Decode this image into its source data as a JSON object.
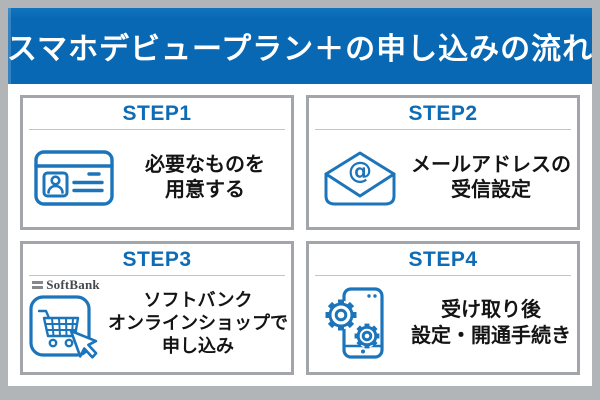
{
  "header": {
    "title": "スマホデビュープラン＋の申し込みの流れ"
  },
  "steps": [
    {
      "label": "STEP1",
      "icon": "id-card-icon",
      "lines": [
        "必要なものを",
        "用意する"
      ]
    },
    {
      "label": "STEP2",
      "icon": "email-at-envelope-icon",
      "lines": [
        "メールアドレスの",
        "受信設定"
      ]
    },
    {
      "label": "STEP3",
      "icon": "online-shop-cart-cursor-icon",
      "logo_text": "SoftBank",
      "lines": [
        "ソフトバンク",
        "オンラインショップで",
        "申し込み"
      ]
    },
    {
      "label": "STEP4",
      "icon": "smartphone-gears-icon",
      "lines": [
        "受け取り後",
        "設定・開通手続き"
      ]
    }
  ],
  "colors": {
    "canvas_gray": "#b2b5b8",
    "banner_blue": "#0868b3",
    "panel_white": "#ffffff",
    "card_border_gray": "#a2a6aa",
    "step_label_blue": "#0d6cb5",
    "icon_blue": "#1c75ba",
    "body_text_black": "#141414",
    "softbank_logo_gray": "#85898c"
  }
}
